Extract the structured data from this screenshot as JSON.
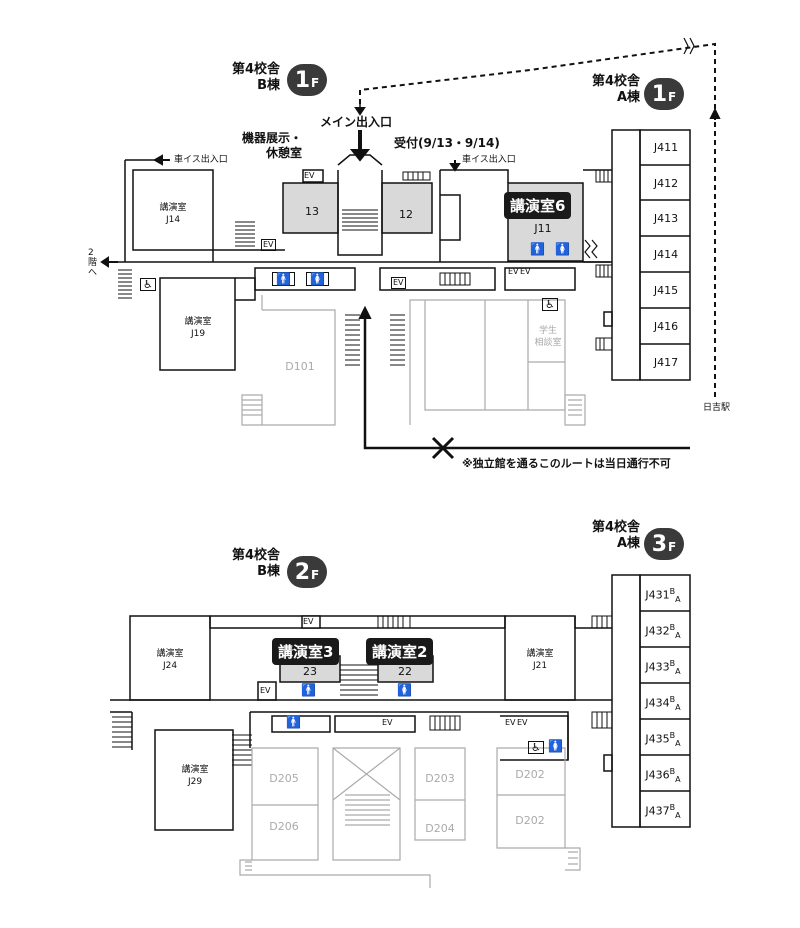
{
  "floor1": {
    "b_building": {
      "line1": "第4校舎",
      "line2": "B棟",
      "floor": "1",
      "floor_suffix": "F"
    },
    "a_building": {
      "line1": "第4校舎",
      "line2": "A棟",
      "floor": "1",
      "floor_suffix": "F"
    },
    "main_entrance": "メイン出入口",
    "exhibit": "機器展示・",
    "exhibit2": "休憩室",
    "reception": "受付(9/13・9/14)",
    "wheelchair_entrance": "車イス出入口",
    "stairs_down": "2階へ",
    "lecture_room": "講演室",
    "rooms": {
      "j14": "J14",
      "j19": "J19",
      "r13": "13",
      "r12": "12",
      "j11": "J11",
      "d101": "D101"
    },
    "highlight6": "講演室6",
    "student_room_1": "学生",
    "student_room_2": "相談室",
    "hiyoshi": "日吉駅",
    "notice": "※独立館を通るこのルートは当日通行不可",
    "ev": "EV",
    "a_rooms": [
      "J411",
      "J412",
      "J413",
      "J414",
      "J415",
      "J416",
      "J417"
    ]
  },
  "floor2": {
    "b_building": {
      "line1": "第4校舎",
      "line2": "B棟",
      "floor": "2",
      "floor_suffix": "F"
    },
    "a_building": {
      "line1": "第4校舎",
      "line2": "A棟",
      "floor": "3",
      "floor_suffix": "F"
    },
    "lecture_room": "講演室",
    "highlight3": "講演室3",
    "highlight2": "講演室2",
    "rooms": {
      "j24": "J24",
      "j21": "J21",
      "j29": "J29",
      "r23": "23",
      "r22": "22",
      "d205": "D205",
      "d206": "D206",
      "d203": "D203",
      "d204": "D204",
      "d202a": "D202",
      "d202b": "D202"
    },
    "ev": "EV",
    "a_rooms": [
      "J431",
      "J432",
      "J433",
      "J434",
      "J435",
      "J436",
      "J437"
    ],
    "a_suffix_b": "B",
    "a_suffix_a": "A"
  }
}
